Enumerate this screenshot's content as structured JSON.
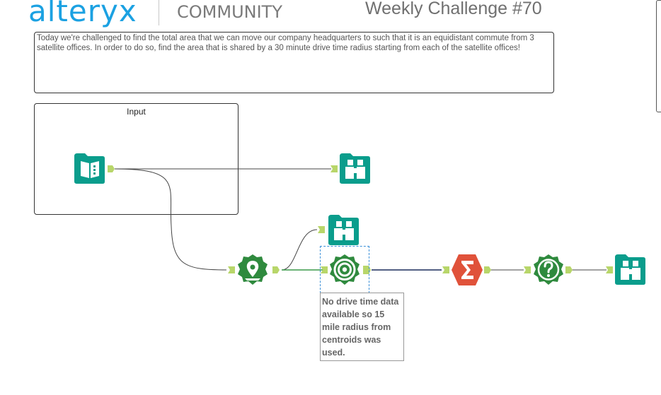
{
  "header": {
    "logo_text": "alteryx",
    "logo_sub": "COMMUNITY",
    "title": "Weekly Challenge #70"
  },
  "description": {
    "text": "Today we're challenged to find the total area that we can move our company headquarters to such that it is an equidistant commute from 3 satellite offices. In order to do so, find the area that is shared by a 30 minute drive time radius starting from each of the satellite offices!"
  },
  "container": {
    "caption": "Input"
  },
  "annotation": {
    "text": "No drive time data available so 15 mile radius from centroids was used."
  },
  "tools": [
    {
      "name": "text-input-tool",
      "icon": "book-icon",
      "color": "#0a9d8c"
    },
    {
      "name": "browse-tool-1",
      "icon": "binoculars-icon",
      "color": "#0a9d8c"
    },
    {
      "name": "spatial-info-tool",
      "icon": "map-pin-icon",
      "color": "#2f8a3e"
    },
    {
      "name": "browse-tool-2",
      "icon": "binoculars-icon",
      "color": "#0a9d8c"
    },
    {
      "name": "trade-area-tool",
      "icon": "target-icon",
      "color": "#2f8a3e"
    },
    {
      "name": "summarize-tool",
      "icon": "sigma-icon",
      "color": "#e0523a"
    },
    {
      "name": "spatial-process-tool",
      "icon": "question-globe-icon",
      "color": "#2f8a3e"
    },
    {
      "name": "browse-tool-3",
      "icon": "binoculars-icon",
      "color": "#0a9d8c"
    }
  ]
}
